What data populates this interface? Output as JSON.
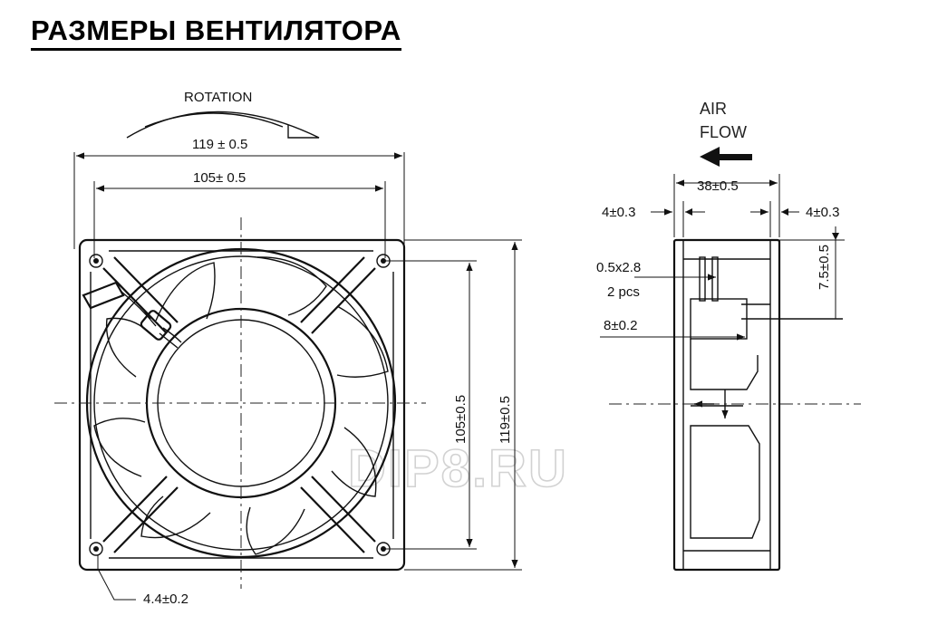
{
  "title": "РАЗМЕРЫ ВЕНТИЛЯТОРА",
  "front_view": {
    "rotation_label": "ROTATION",
    "overall_width": "119 ± 0.5",
    "hole_spacing_width": "105± 0.5",
    "hole_spacing_height": "105±0.5",
    "overall_height": "119±0.5",
    "hole_diameter": "4.4±0.2"
  },
  "side_view": {
    "airflow_label_line1": "AIR",
    "airflow_label_line2": "FLOW",
    "depth": "38±0.5",
    "flange_left": "4±0.3",
    "flange_right": "4±0.3",
    "terminal_size": "0.5x2.8",
    "terminal_count": "2 pcs",
    "terminal_offset": "8±0.2",
    "terminal_height": "7.5±0.5"
  },
  "watermark": "DIP8.RU"
}
